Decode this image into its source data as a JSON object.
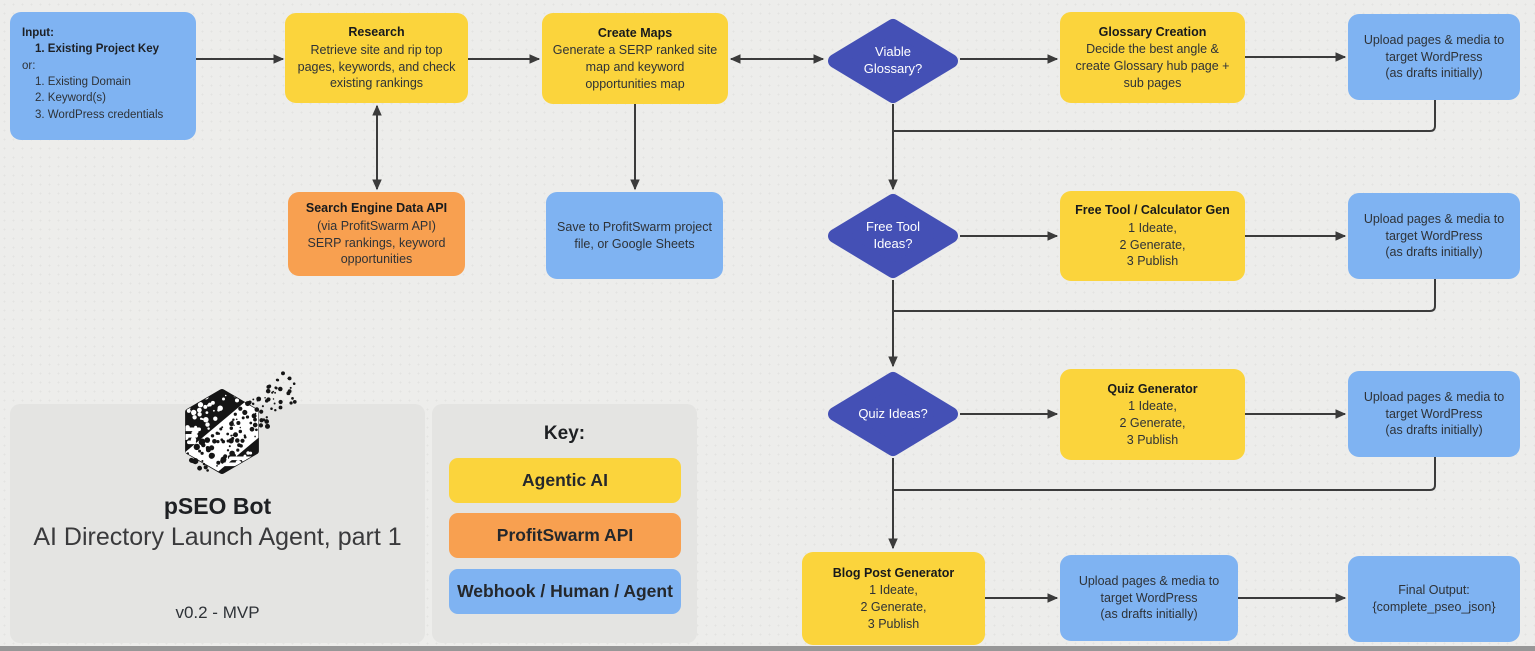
{
  "palette": {
    "agentic_ai_yellow": "#FBD43C",
    "profitswarm_api_orange": "#F8A050",
    "webhook_human_agent_blue": "#7FB3F2",
    "decision_indigo": "#4450B5",
    "connector_gray": "#3b3b3b",
    "canvas_background": "#EDEDEB",
    "panel_gray": "#E4E4E2"
  },
  "nodes": {
    "input": {
      "heading": "Input:",
      "primary_item": "1. Existing Project Key",
      "or_label": "or:",
      "alt_item_1": "1. Existing Domain",
      "alt_item_2": "2. Keyword(s)",
      "alt_item_3": "3. WordPress credentials"
    },
    "research": {
      "title": "Research",
      "body": "Retrieve site and rip top pages, keywords, and check existing rankings"
    },
    "create_maps": {
      "title": "Create Maps",
      "body": "Generate a SERP ranked site map and keyword opportunities map"
    },
    "search_engine_api": {
      "title": "Search Engine Data API",
      "line1": "(via ProfitSwarm API)",
      "line2": "SERP rankings, keyword opportunities"
    },
    "save_project": {
      "body": "Save to ProfitSwarm project file, or Google Sheets"
    },
    "viable_glossary": {
      "line1": "Viable",
      "line2": "Glossary?"
    },
    "free_tool_ideas": {
      "line1": "Free Tool",
      "line2": "Ideas?"
    },
    "quiz_ideas": {
      "line1": "Quiz Ideas?",
      "line2": ""
    },
    "glossary_creation": {
      "title": "Glossary Creation",
      "body": "Decide the best angle & create Glossary hub page + sub pages"
    },
    "free_tool_gen": {
      "title": "Free Tool / Calculator Gen",
      "step1": "1 Ideate,",
      "step2": "2 Generate,",
      "step3": "3 Publish"
    },
    "quiz_gen": {
      "title": "Quiz Generator",
      "step1": "1 Ideate,",
      "step2": "2 Generate,",
      "step3": "3 Publish"
    },
    "blog_post_gen": {
      "title": "Blog Post Generator",
      "step1": "1 Ideate,",
      "step2": "2 Generate,",
      "step3": "3 Publish"
    },
    "upload_wordpress": {
      "line1": "Upload pages & media to target WordPress",
      "line2": "(as drafts initially)"
    },
    "final_output": {
      "line1": "Final Output:",
      "line2": "{complete_pseo_json}"
    }
  },
  "branding": {
    "app_title": "pSEO Bot",
    "subtitle": "AI Directory Launch Agent, part 1",
    "version": "v0.2 - MVP"
  },
  "key": {
    "heading": "Key:",
    "items": [
      {
        "label": "Agentic AI"
      },
      {
        "label": "ProfitSwarm API"
      },
      {
        "label": "Webhook / Human / Agent"
      }
    ]
  }
}
